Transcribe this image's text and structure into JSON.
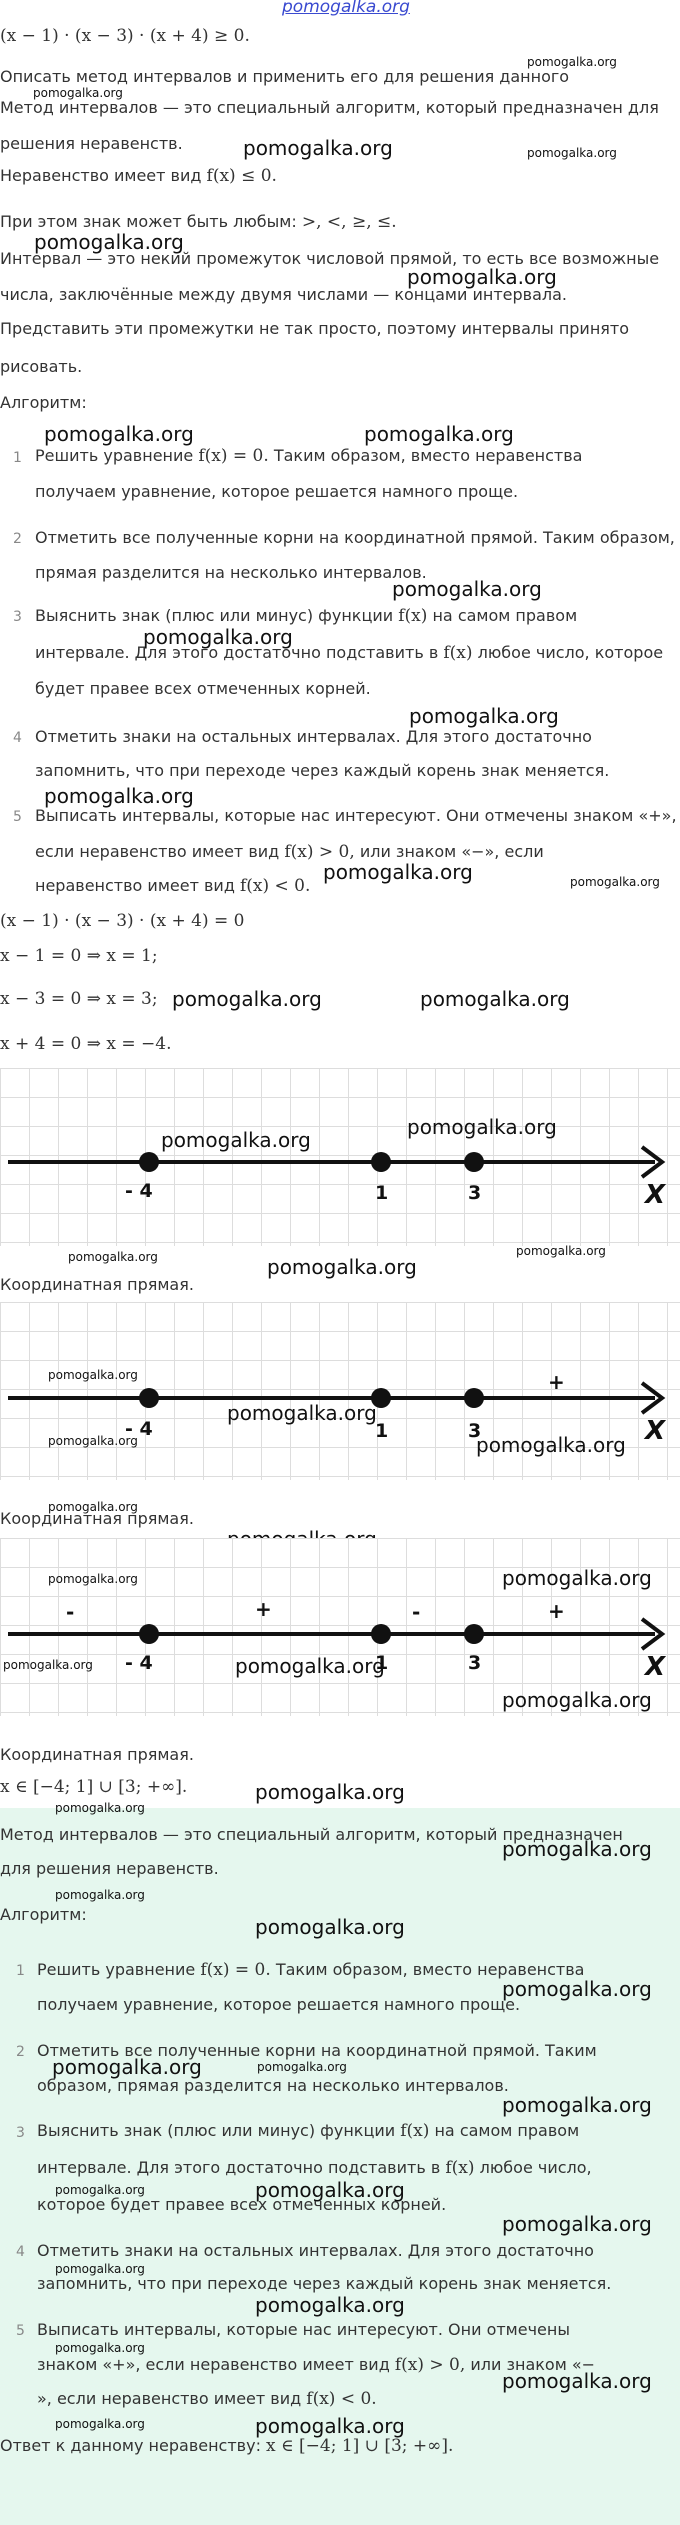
{
  "watermark": "pomogalka.org",
  "inequality": "(x − 1) · (x − 3) · (x + 4) ≥ 0.",
  "task": "Описать метод интервалов и применить его для решения данного",
  "method_line1": "Метод интервалов — это специальный алгоритм, который предназначен для",
  "method_line2": "решения неравенств.",
  "form_prefix": "Неравенство имеет вид ",
  "form_math": "f(x) ≤ 0.",
  "sign_prefix": "При этом знак может быть любым: ",
  "sign_math": ">, <, ≥, ≤.",
  "interval_line1": "Интервал — это некий промежуток числовой прямой, то есть все возможные",
  "interval_line2": "числа, заключённые между двумя числами — концами интервала.",
  "present_line1": "Представить эти промежутки не так просто, поэтому интервалы принято",
  "present_line2": "рисовать.",
  "algorithm_title": "Алгоритм:",
  "steps": [
    {
      "n": "1",
      "l1a": "Решить уравнение ",
      "l1m": "f(x) = 0.",
      "l1b": " Таким образом, вместо неравенства",
      "l2": "получаем уравнение, которое решается намного проще."
    },
    {
      "n": "2",
      "l1a": "Отметить все полученные корни на координатной прямой. Таким образом,",
      "l2": "прямая разделится на несколько интервалов."
    },
    {
      "n": "3",
      "l1a": "Выяснить знак (плюс или минус) функции ",
      "l1m": "f(x)",
      "l1b": " на самом правом",
      "l2a": "интервале. Для этого достаточно подставить в ",
      "l2m": "f(x)",
      "l2b": " любое число, которое",
      "l3": "будет правее всех отмеченных корней."
    },
    {
      "n": "4",
      "l1a": "Отметить знаки на остальных интервалах. Для этого достаточно",
      "l2": "запомнить, что при переходе через каждый корень знак меняется."
    },
    {
      "n": "5",
      "l1a": "Выписать интервалы, которые нас интересуют. Они отмечены знаком «+»,",
      "l2a": "если неравенство имеет вид ",
      "l2m": "f(x) > 0,",
      "l2b": " или знаком «−», если",
      "l3a": "неравенство имеет вид ",
      "l3m": "f(x) < 0."
    }
  ],
  "equation": "(x − 1) · (x − 3) · (x + 4) = 0",
  "roots": [
    "x − 1 = 0 ⇒ x = 1;",
    "x − 3 = 0 ⇒ x = 3;",
    "x + 4 = 0 ⇒ x = −4."
  ],
  "axis": {
    "points": [
      "- 4",
      "1",
      "3"
    ],
    "axis_label": "X"
  },
  "signs_one": [
    "+"
  ],
  "signs_all": [
    "-",
    "+",
    "-",
    "+"
  ],
  "caption": "Координатная прямая.",
  "answer_set": "x ∈ [−4; 1] ∪ [3; +∞].",
  "summary": {
    "method_line1": "Метод интервалов — это специальный алгоритм, который предназначен",
    "method_line2": "для решения неравенств.",
    "algorithm_title": "Алгоритм:",
    "steps": [
      {
        "n": "1",
        "l1a": "Решить уравнение ",
        "l1m": "f(x) = 0.",
        "l1b": " Таким образом, вместо неравенства",
        "l2": "получаем уравнение, которое решается намного проще."
      },
      {
        "n": "2",
        "l1a": "Отметить все полученные корни на координатной прямой. Таким",
        "l2": "образом, прямая разделится на несколько интервалов."
      },
      {
        "n": "3",
        "l1a": "Выяснить знак (плюс или минус) функции ",
        "l1m": "f(x)",
        "l1b": " на самом правом",
        "l2a": "интервале. Для этого достаточно подставить в ",
        "l2m": "f(x)",
        "l2b": " любое число,",
        "l3": "которое будет правее всех отмеченных корней."
      },
      {
        "n": "4",
        "l1a": "Отметить знаки на остальных интервалах. Для этого достаточно",
        "l2": "запомнить, что при переходе через каждый корень знак меняется."
      },
      {
        "n": "5",
        "l1a": "Выписать интервалы, которые нас интересуют. Они отмечены",
        "l2a": "знаком «+», если неравенство имеет вид ",
        "l2m": "f(x) > 0,",
        "l2b": " или знаком «−",
        "l3a": "», если неравенство имеет вид ",
        "l3m": "f(x) < 0."
      }
    ],
    "answer_prefix": "Ответ к данному неравенству: ",
    "answer_math": "x ∈ [−4; 1] ∪ [3; +∞]."
  }
}
